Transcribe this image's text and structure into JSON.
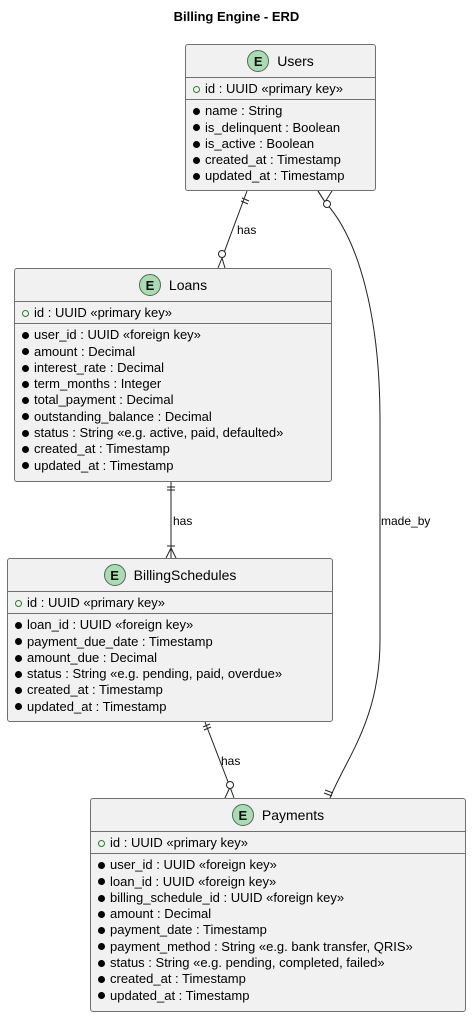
{
  "title": "Billing Engine - ERD",
  "entities": {
    "users": {
      "badge": "E",
      "name": "Users",
      "pk": "id : UUID «primary key»",
      "fields": [
        "name : String",
        "is_delinquent : Boolean",
        "is_active : Boolean",
        "created_at : Timestamp",
        "updated_at : Timestamp"
      ]
    },
    "loans": {
      "badge": "E",
      "name": "Loans",
      "pk": "id : UUID «primary key»",
      "fields": [
        "user_id : UUID «foreign key»",
        "amount : Decimal",
        "interest_rate : Decimal",
        "term_months : Integer",
        "total_payment : Decimal",
        "outstanding_balance : Decimal",
        "status : String «e.g. active, paid, defaulted»",
        "created_at : Timestamp",
        "updated_at : Timestamp"
      ]
    },
    "billing_schedules": {
      "badge": "E",
      "name": "BillingSchedules",
      "pk": "id : UUID «primary key»",
      "fields": [
        "loan_id : UUID «foreign key»",
        "payment_due_date : Timestamp",
        "amount_due : Decimal",
        "status : String «e.g. pending, paid, overdue»",
        "created_at : Timestamp",
        "updated_at : Timestamp"
      ]
    },
    "payments": {
      "badge": "E",
      "name": "Payments",
      "pk": "id : UUID «primary key»",
      "fields": [
        "user_id : UUID «foreign key»",
        "loan_id : UUID «foreign key»",
        "billing_schedule_id : UUID «foreign key»",
        "amount : Decimal",
        "payment_date : Timestamp",
        "payment_method : String «e.g. bank transfer, QRIS»",
        "status : String «e.g. pending, completed, failed»",
        "created_at : Timestamp",
        "updated_at : Timestamp"
      ]
    }
  },
  "relations": {
    "users_loans": "has",
    "loans_billing": "has",
    "billing_payments": "has",
    "users_payments": "made_by"
  }
}
